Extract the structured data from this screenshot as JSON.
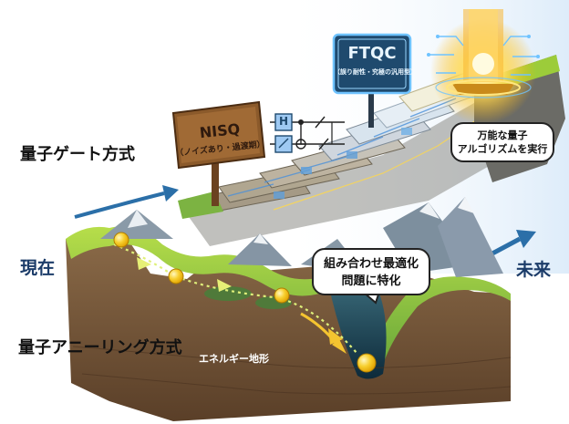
{
  "labels": {
    "gate": "量子ゲート方式",
    "anneal": "量子アニーリング方式",
    "now": "現在",
    "future": "未来",
    "energy": "エネルギー地形"
  },
  "nisq": {
    "title": "NISQ",
    "subtitle": "（ノイズあり・過渡期）"
  },
  "ftqc": {
    "title": "FTQC",
    "subtitle": "（誤り耐性・究極の汎用型）"
  },
  "bubbles": {
    "universal_line1": "万能な量子",
    "universal_line2": "アルゴリズムを実行",
    "combo_line1": "組み合わせ最適化",
    "combo_line2": "問題に特化"
  },
  "circuit": {
    "gate_h": "H"
  },
  "colors": {
    "arrow": "#2b6fa8",
    "ball": "#f4c430",
    "grass": "#9ccc3a",
    "rock": "#7a5a3c",
    "sign_wood": "#8b5a2b",
    "ftqc_panel": "#1f4a6e",
    "glow": "#ffd84a"
  }
}
